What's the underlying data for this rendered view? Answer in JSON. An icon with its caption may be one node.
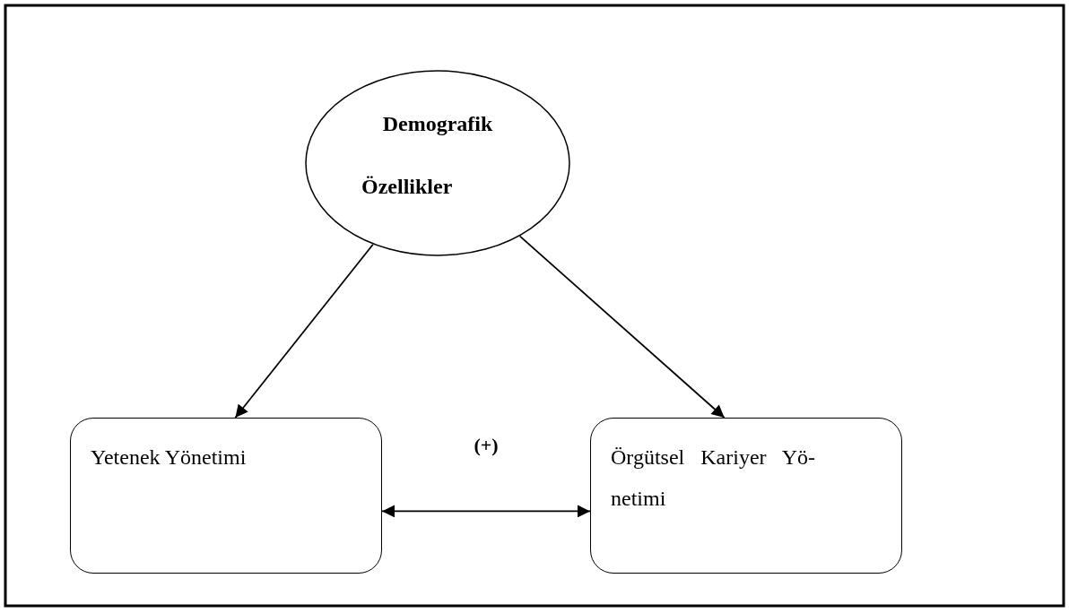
{
  "diagram": {
    "nodes": [
      {
        "text": [
          "Demografik Özellikler"
        ]
      },
      {
        "text": [
          "Yetenek Yönetimi"
        ]
      },
      {
        "text": [
          "Örgütsel Kariyer Yö- netimi"
        ]
      }
    ],
    "edges": [
      {
        "from": 0,
        "to": 1,
        "arrow": "to"
      },
      {
        "from": 0,
        "to": 2,
        "arrow": "to"
      },
      {
        "from": 1,
        "to": 2,
        "arrow": "both",
        "label": "(+)"
      }
    ]
  }
}
